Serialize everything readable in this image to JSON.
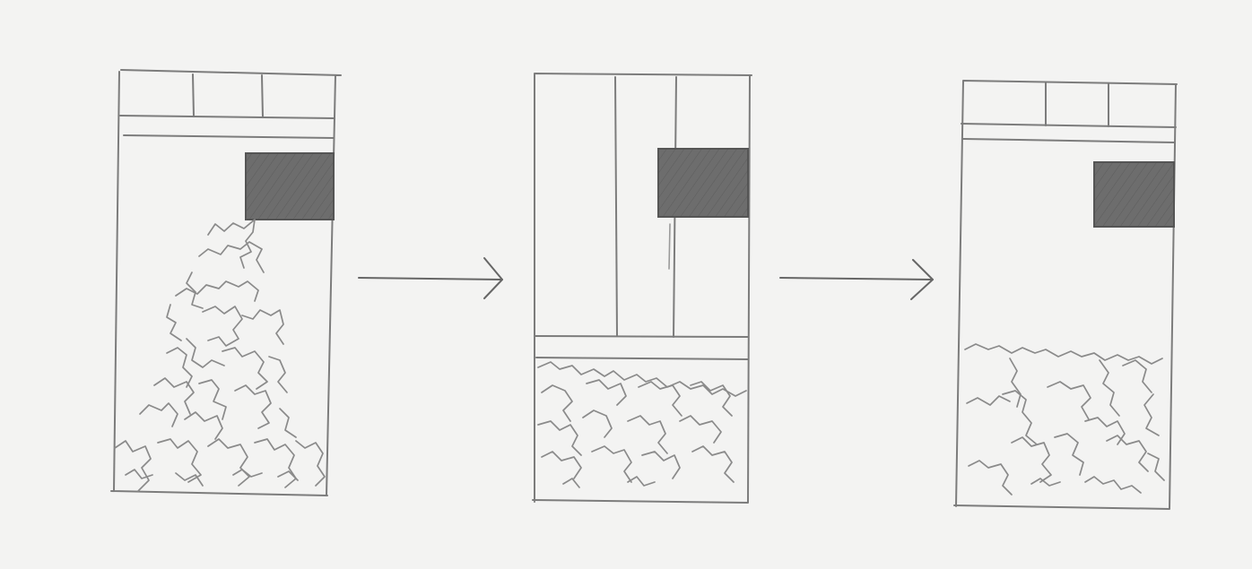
{
  "diagram": {
    "type": "pencil-sketch-sequence",
    "stage_count": 3,
    "connector": "arrow-right",
    "colors": {
      "paper": "#f3f3f2",
      "pencil": "#7c7c7c",
      "shading": "#6d6d6d"
    },
    "stages": [
      {
        "id": "stage-1",
        "has_header_grid": true,
        "header_cells": 3,
        "has_dark_block": true,
        "debris_shape": "tall-pile",
        "has_vertical_supports": false
      },
      {
        "id": "stage-2",
        "has_header_grid": false,
        "header_cells": 0,
        "has_dark_block": true,
        "debris_shape": "low-layer",
        "has_vertical_supports": true
      },
      {
        "id": "stage-3",
        "has_header_grid": true,
        "header_cells": 3,
        "has_dark_block": true,
        "debris_shape": "low-layer",
        "has_vertical_supports": false
      }
    ]
  }
}
